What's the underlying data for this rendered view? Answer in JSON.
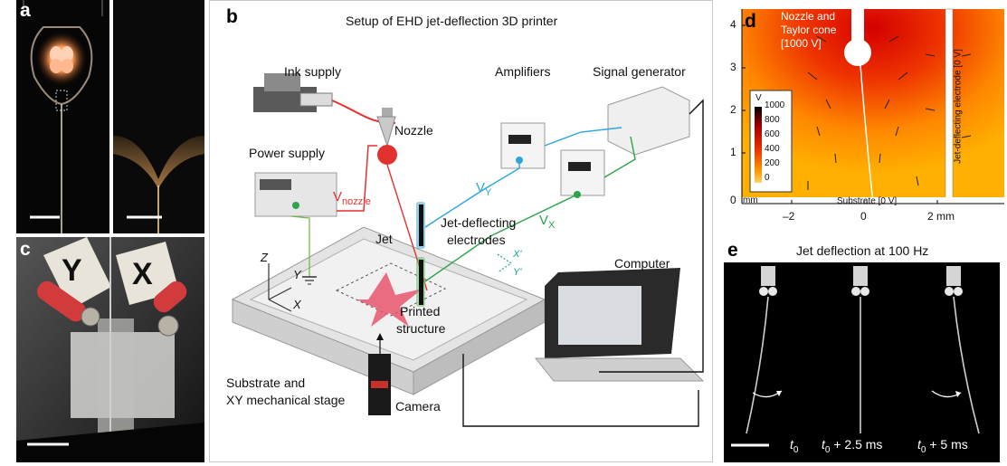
{
  "panel_labels": {
    "a": "a",
    "b": "b",
    "c": "c",
    "d": "d",
    "e": "e"
  },
  "panel_b": {
    "title": "Setup of EHD jet-deflection 3D printer",
    "ink_supply": "Ink supply",
    "amplifiers": "Amplifiers",
    "signal_generator": "Signal generator",
    "nozzle": "Nozzle",
    "power_supply": "Power supply",
    "v_nozzle_main": "V",
    "v_nozzle_sub": "nozzle",
    "vy_main": "V",
    "vy_sub": "Y",
    "vx_main": "V",
    "vx_sub": "X",
    "jet_electrodes_line1": "Jet-deflecting",
    "jet_electrodes_line2": "electrodes",
    "jet": "Jet",
    "x_prime": "X'",
    "y_prime": "Y'",
    "z_axis": "Z",
    "y_axis": "Y",
    "x_axis": "X",
    "printed_line1": "Printed",
    "printed_line2": "structure",
    "computer": "Computer",
    "substrate_line1": "Substrate and",
    "substrate_line2": "XY mechanical stage",
    "camera": "Camera"
  },
  "panel_d": {
    "nozzle_line1": "Nozzle and",
    "nozzle_line2": "Taylor cone",
    "nozzle_line3": "[1000 V]",
    "electrode_label": "Jet-deflecting electrode [0 V]",
    "substrate_label": "Substrate [0 V]",
    "y_ticks": [
      "4",
      "3",
      "2",
      "1",
      "0"
    ],
    "y_unit": "mm",
    "x_ticks": [
      "–2",
      "0",
      "2 mm"
    ],
    "colorbar_unit": "V",
    "colorbar_ticks": [
      "1000",
      "800",
      "600",
      "400",
      "200",
      "0"
    ]
  },
  "panel_e": {
    "title": "Jet deflection at 100 Hz",
    "t0": "t",
    "t0_sub": "0",
    "t1_main": "t",
    "t1_sub": "0",
    "t1_rest": " + 2.5 ms",
    "t2_main": "t",
    "t2_sub": "0",
    "t2_rest": " + 5 ms"
  },
  "panel_c": {
    "left_tag": "Y",
    "right_tag": "X"
  },
  "colors": {
    "nozzle_red": "#e2322f",
    "vy_blue": "#2aa6dd",
    "vx_green": "#2aa54b",
    "field_hot": "#d40000",
    "field_cold": "#ffb000"
  }
}
